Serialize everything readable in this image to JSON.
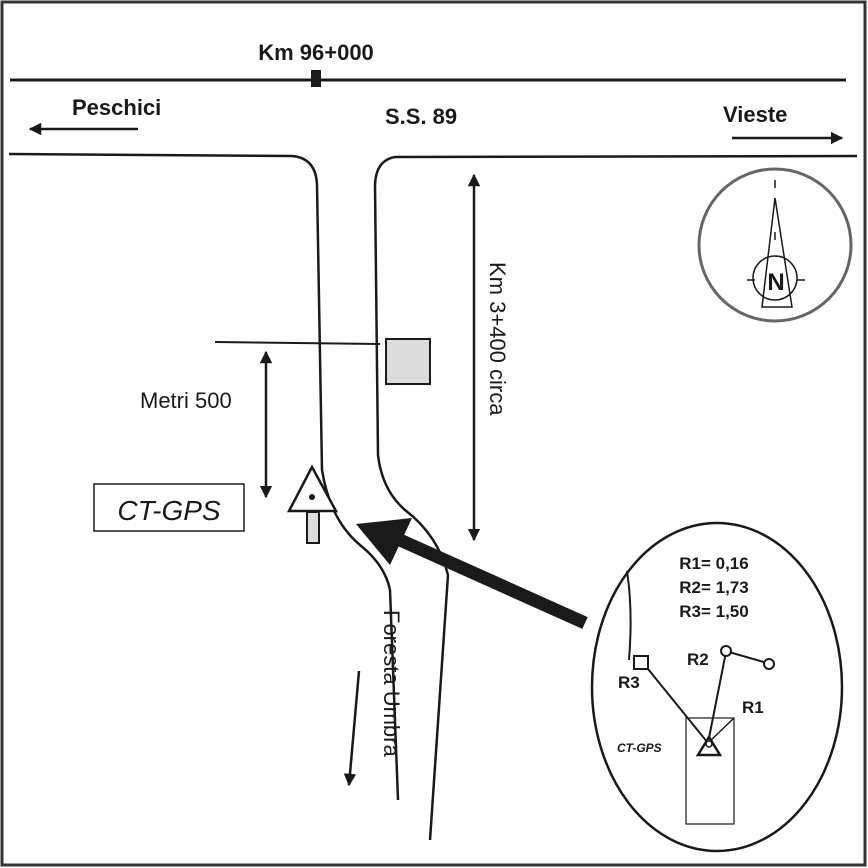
{
  "map": {
    "title": "Monografia stazione CT-GPS",
    "labels": {
      "km_marker": "Km 96+000",
      "road_name": "S.S. 89",
      "west_destination": "Peschici",
      "east_destination": "Vieste",
      "vertical_distance": "Km 3+400 circa",
      "short_distance": "Metri 500",
      "station_name": "CT-GPS",
      "south_destination": "Foresta Umbra",
      "north_symbol": "N"
    },
    "inset": {
      "title": "Detail",
      "references": [
        {
          "label": "R1= 0,16"
        },
        {
          "label": "R2= 1,73"
        },
        {
          "label": "R3= 1,50"
        }
      ],
      "marker_labels": {
        "r1": "R1",
        "r2": "R2",
        "r3": "R3",
        "station": "CT-GPS"
      }
    },
    "colors": {
      "ink": "#1a1a1a",
      "compass_ring": "#666666",
      "building_fill": "#dcdcdc",
      "frame": "#333333"
    }
  }
}
